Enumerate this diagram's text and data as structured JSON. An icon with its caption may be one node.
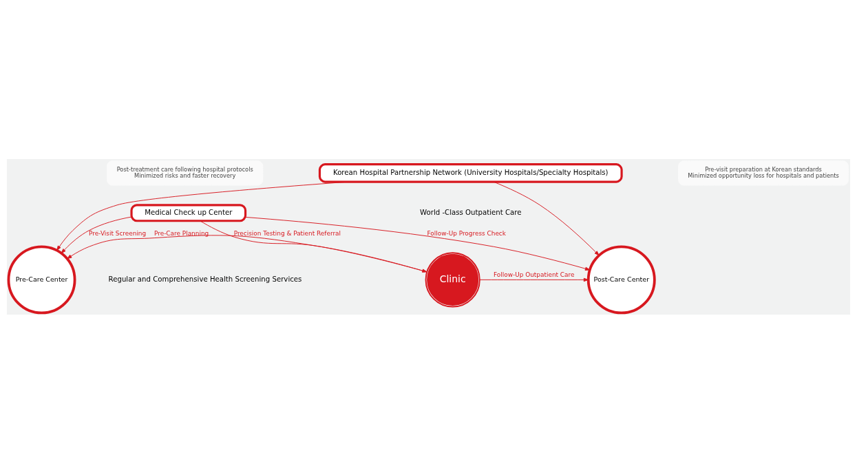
{
  "diagram": {
    "nodes": [
      {
        "text": [
          "Korean Hospital Partnership Network (University Hospitals/Specialty Hospitals)"
        ]
      },
      {
        "text": [
          "Pre-Care Center"
        ]
      },
      {
        "text": [
          "Clinic"
        ]
      },
      {
        "text": [
          "Post-Care Center"
        ]
      },
      {
        "text": [
          "Medical Check up Center"
        ]
      },
      {
        "text": [
          "Post-treatment care following hospital protocols",
          "Minimized risks and faster recovery"
        ]
      },
      {
        "text": [
          "Pre-visit preparation at Korean standards",
          "Minimized opportunity loss for hospitals and patients"
        ]
      }
    ],
    "edges": [
      {
        "from": 0,
        "to": 1,
        "arrow": "to"
      },
      {
        "from": 0,
        "to": 3,
        "arrow": "to"
      },
      {
        "from": 2,
        "to": 1,
        "arrow": "to",
        "label": "Pre-Care Planning"
      },
      {
        "from": 2,
        "to": 3,
        "arrow": "to",
        "label": "Follow-Up Outpatient Care"
      },
      {
        "from": 4,
        "to": 2,
        "arrow": "to",
        "label": "Precision Testing & Patient Referral"
      },
      {
        "from": 4,
        "to": 1,
        "arrow": "to",
        "label": "Pre-Visit Screening"
      },
      {
        "from": 4,
        "to": 3,
        "arrow": "to",
        "label": "Follow-Up Progress Check"
      }
    ],
    "labels": [
      "World -Class Outpatient Care",
      "Regular and Comprehensive Health Screening Services"
    ]
  }
}
